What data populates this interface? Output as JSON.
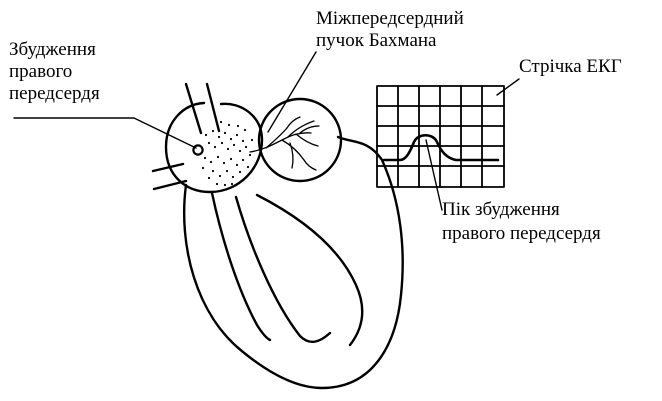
{
  "labels": {
    "right_atrium_excitation": [
      "Збудження",
      "правого",
      "передсердя"
    ],
    "bachmann_bundle": [
      "Міжпередсердний",
      "пучок Бахмана"
    ],
    "ecg_strip": "Стрічка ЕКГ",
    "right_atrium_peak": [
      "Пік збудження",
      "правого передсердя"
    ]
  },
  "colors": {
    "ink": "#000000",
    "background": "#ffffff"
  }
}
